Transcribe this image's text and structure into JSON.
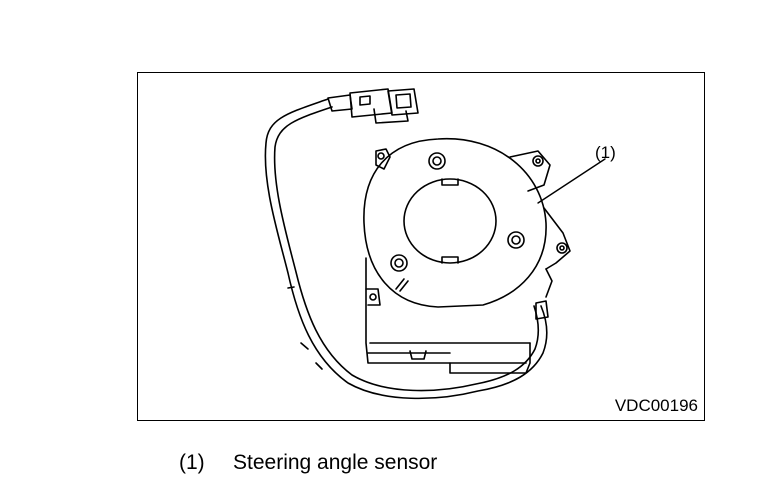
{
  "figure": {
    "id": "VDC00196",
    "callout_label": "(1)"
  },
  "legend": {
    "items": [
      {
        "number": "(1)",
        "text": "Steering angle sensor"
      }
    ]
  }
}
